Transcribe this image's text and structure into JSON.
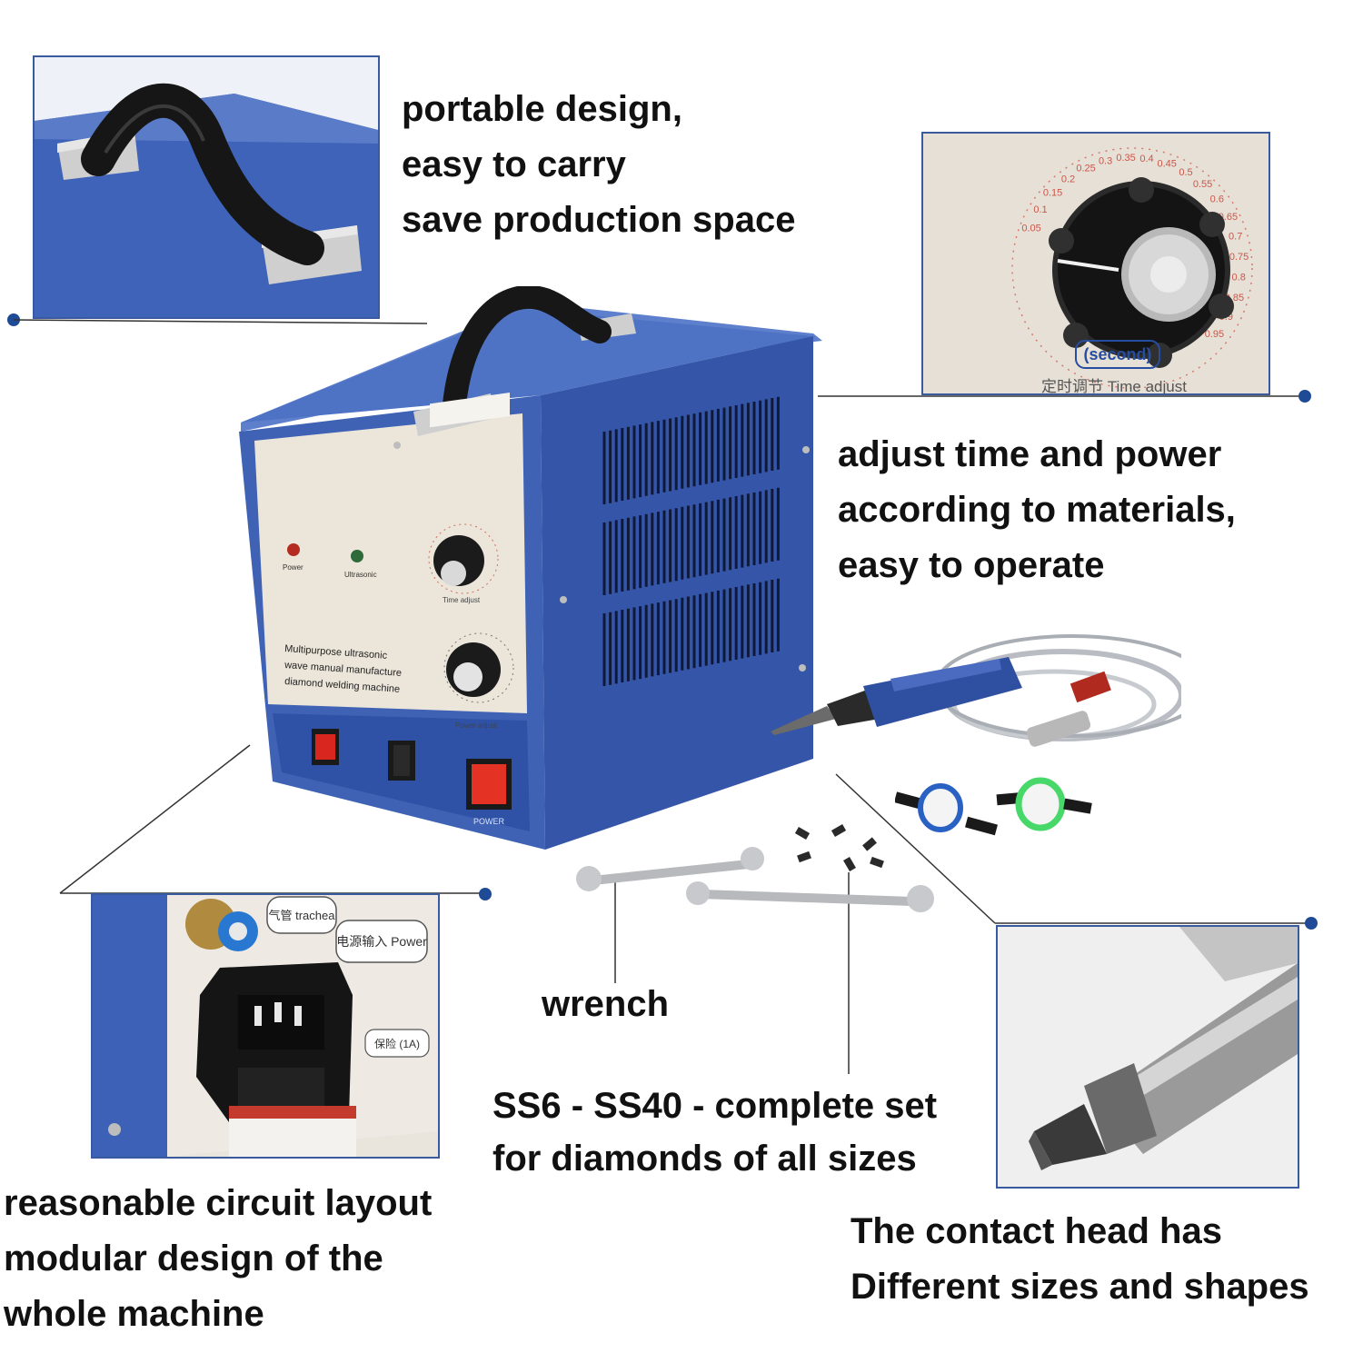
{
  "features": {
    "portable": {
      "lines": [
        "portable design,",
        "easy to carry",
        "save production space"
      ]
    },
    "adjust": {
      "lines": [
        "adjust time and power",
        "according to materials,",
        "easy to operate"
      ]
    },
    "circuit": {
      "lines": [
        "reasonable circuit layout",
        "modular design of the",
        "whole machine"
      ]
    },
    "contact_head": {
      "lines": [
        "The contact head has",
        "Different sizes and shapes"
      ]
    },
    "wrench": {
      "label": "wrench"
    },
    "sizes": {
      "lines": [
        "SS6 - SS40 - complete set",
        "for diamonds of all sizes"
      ]
    }
  },
  "dial_inset": {
    "unit_label": "(second)",
    "footer_label": "定时调节 Time adjust",
    "scale": [
      "0.05",
      "0.1",
      "0.15",
      "0.2",
      "0.25",
      "0.3",
      "0.35",
      "0.4",
      "0.45",
      "0.5",
      "0.55",
      "0.6",
      "0.65",
      "0.7",
      "0.75",
      "0.8",
      "0.85",
      "0.9",
      "0.95"
    ]
  },
  "back_panel_inset": {
    "air_pipe_label": "气管 trachea",
    "power_label": "电源输入 Power",
    "fuse_label": "保险 (1A)"
  },
  "machine": {
    "title_plate": [
      "Multipurpose ultrasonic",
      "wave manual manufacture",
      "diamond welding machine"
    ],
    "led_power": "Power",
    "led_ultrasonic": "Ultrasonic",
    "knob_time": "Time adjust",
    "knob_power": "Power adjust",
    "switch_power": "POWER"
  },
  "colors": {
    "machine_blue": "#3656a8",
    "panel_cream": "#ece6da",
    "accent_dot": "#1f4b96",
    "switch_red": "#d9261f"
  }
}
